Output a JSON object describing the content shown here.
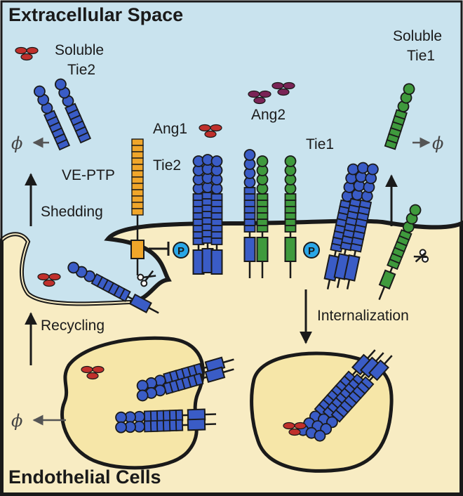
{
  "title": "",
  "regions": {
    "extracellular": "Extracellular Space",
    "intracellular": "Endothelial Cells"
  },
  "labels": {
    "soluble_tie2": [
      "Soluble",
      "Tie2"
    ],
    "soluble_tie1": [
      "Soluble",
      "Tie1"
    ],
    "ang1": "Ang1",
    "ang2": "Ang2",
    "tie2": "Tie2",
    "tie1": "Tie1",
    "ve_ptp": "VE-PTP",
    "shedding": "Shedding",
    "recycling": "Recycling",
    "internalization": "Internalization",
    "phosphate": "P",
    "degradation": "ϕ"
  },
  "colors": {
    "extracellular": "#c9e3ee",
    "cytoplasm": "#f8ecc3",
    "vesicle": "#f6e6a8",
    "tie2": "#3a5cc6",
    "tie1": "#3f9a3d",
    "ve_ptp": "#f0a62a",
    "ang1": "#c0302c",
    "ang2": "#7a2456",
    "phosphate": "#2aa7e8"
  },
  "icons": [
    "scissors-icon",
    "phosphate-icon",
    "inhibition-icon",
    "degradation-icon"
  ]
}
